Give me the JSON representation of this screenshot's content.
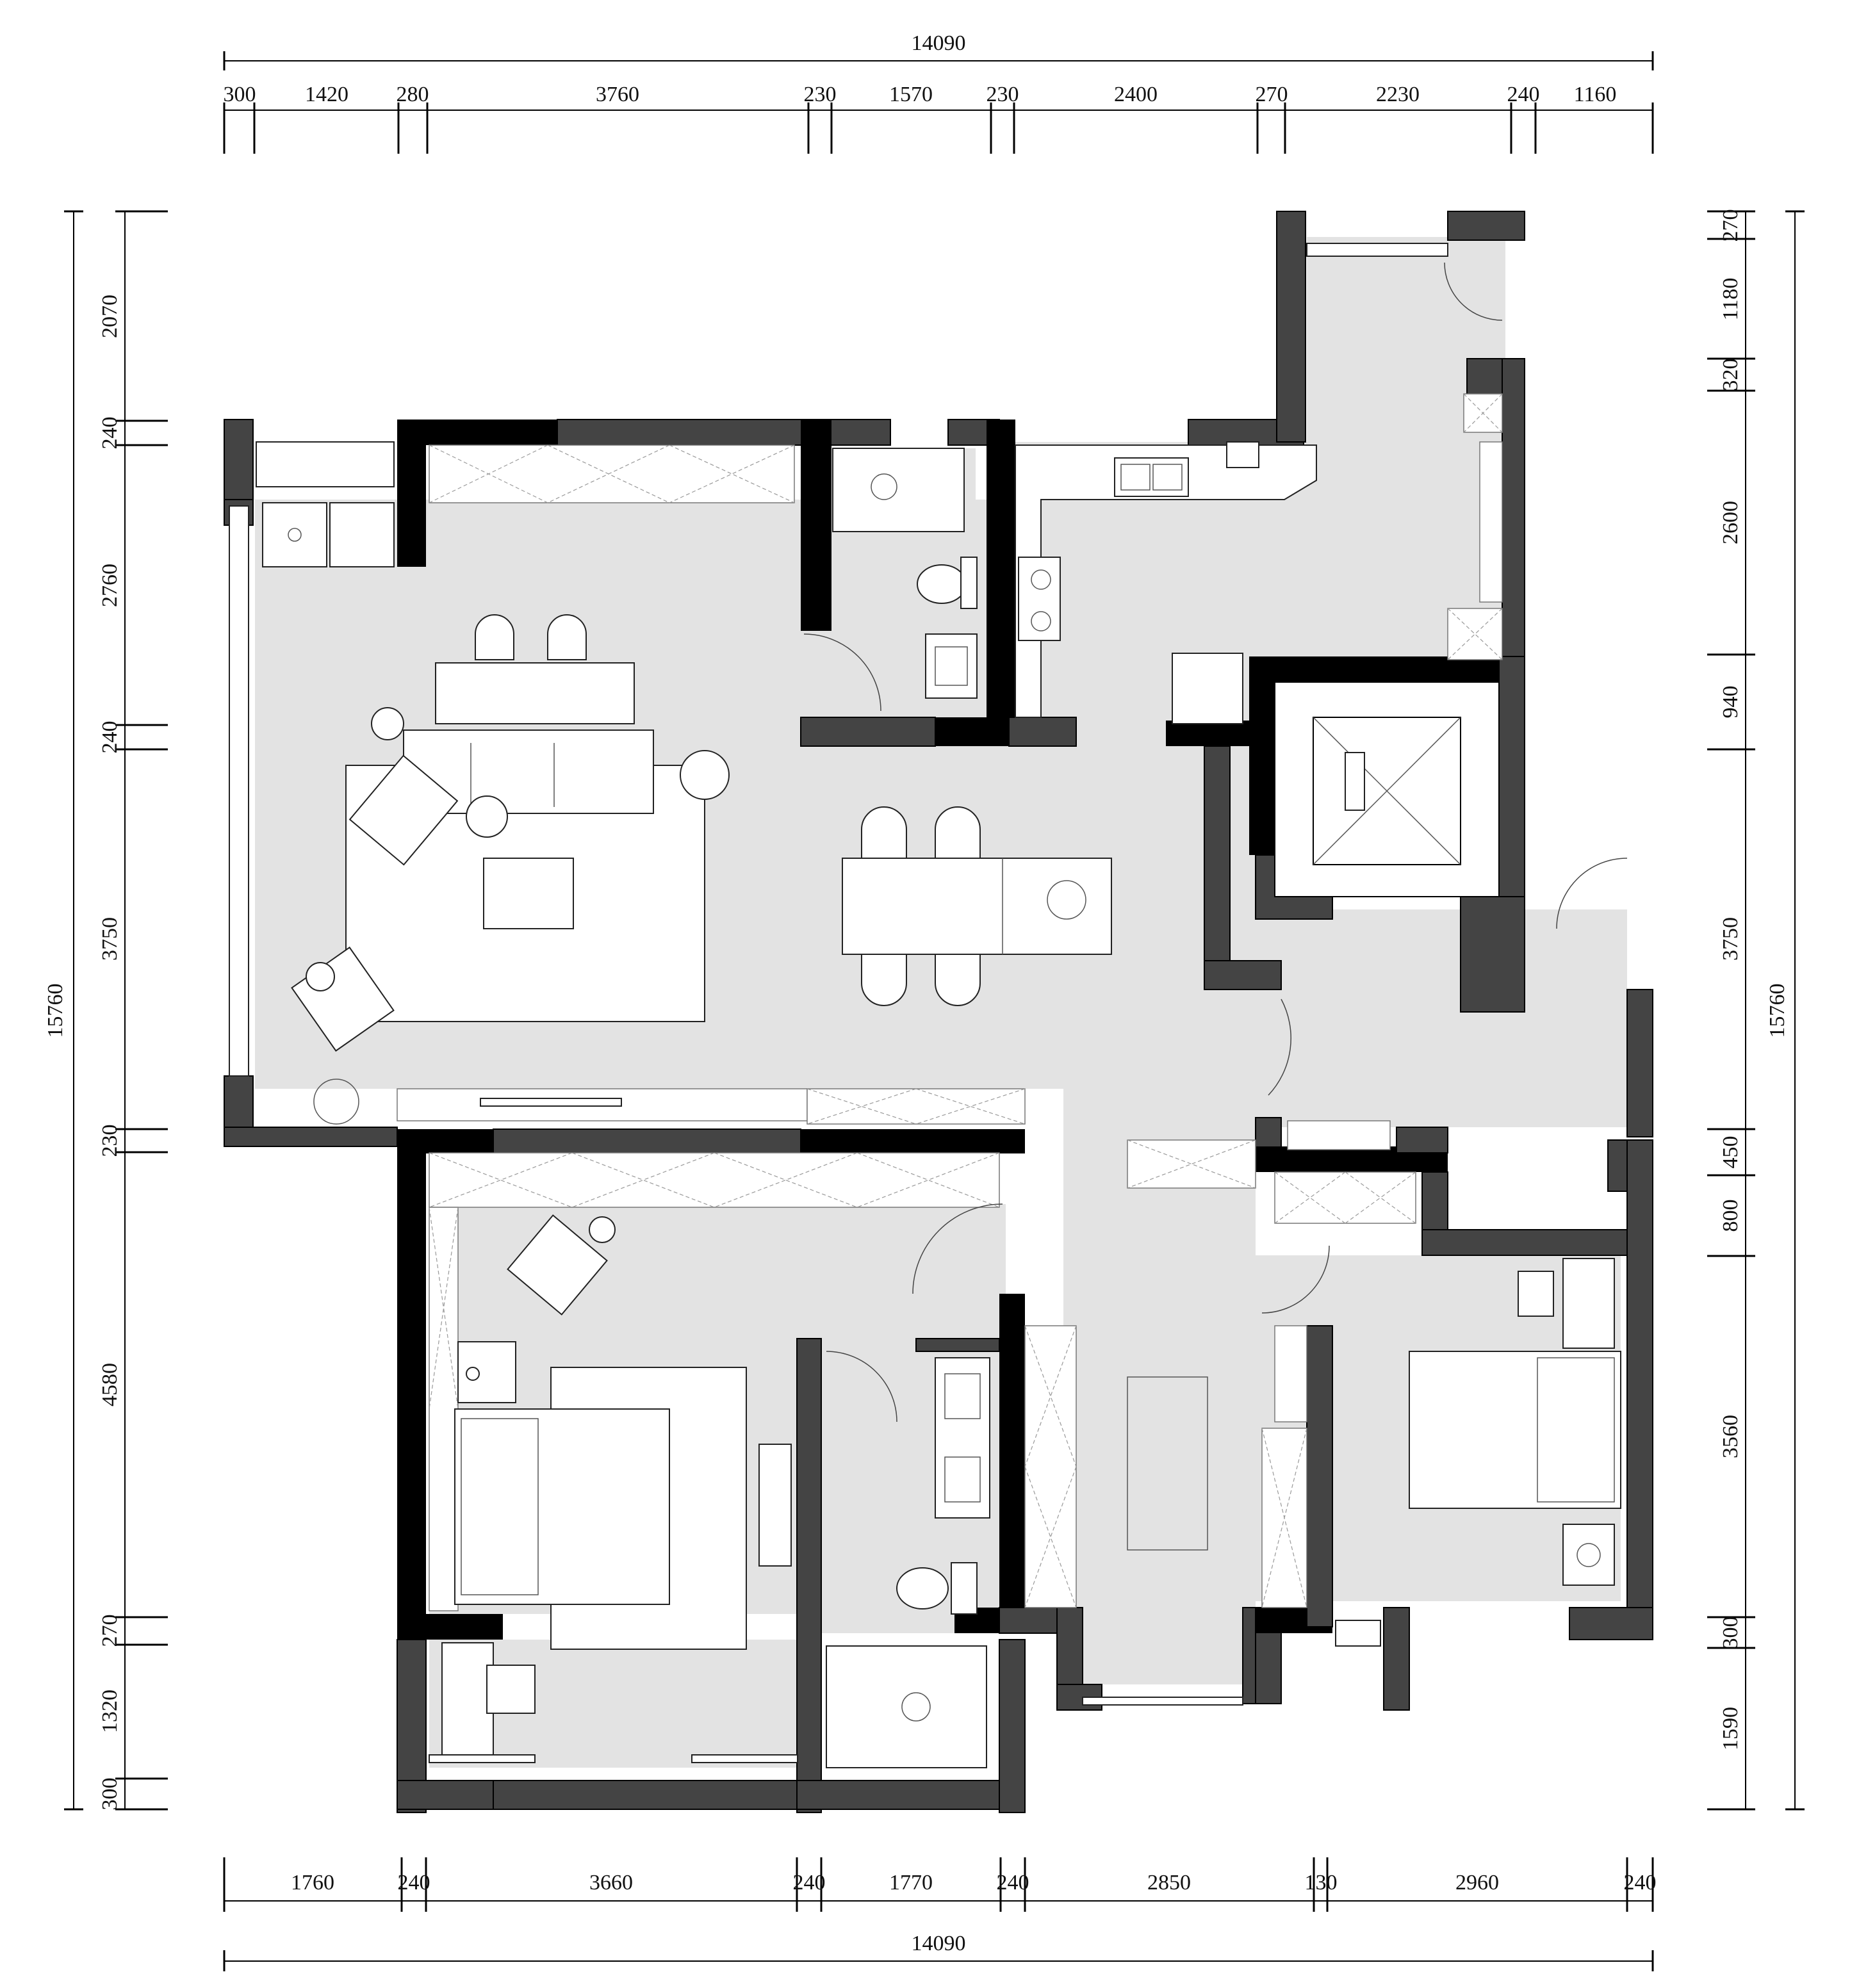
{
  "drawing": {
    "top_total": "14090",
    "top_segments": [
      "300",
      "1420",
      "280",
      "3760",
      "230",
      "1570",
      "230",
      "2400",
      "270",
      "2230",
      "240",
      "1160"
    ],
    "bottom_total": "14090",
    "bottom_segments": [
      "1760",
      "240",
      "3660",
      "240",
      "1770",
      "240",
      "2850",
      "130",
      "2960",
      "240"
    ],
    "left_total": "15760",
    "left_segments": [
      "2070",
      "240",
      "2760",
      "240",
      "3750",
      "230",
      "4580",
      "270",
      "1320",
      "300"
    ],
    "right_total": "15760",
    "right_segments": [
      "270",
      "1180",
      "320",
      "2600",
      "940",
      "3750",
      "450",
      "800",
      "3560",
      "300",
      "1590"
    ]
  }
}
